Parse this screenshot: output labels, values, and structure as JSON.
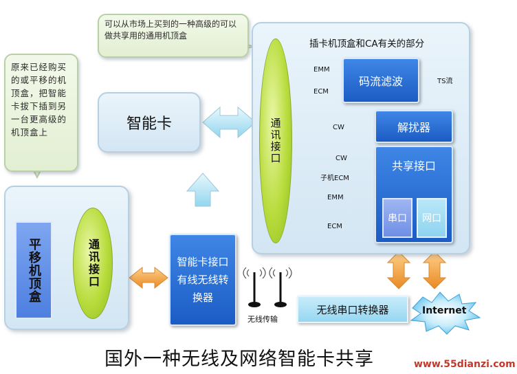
{
  "notes": {
    "top": "可以从市场上买到的一种高级的可以做共享用的通用机顶盒",
    "left": "原来已经购买的或平移的机顶盒，把智能卡拔下插到另一台更高级的机顶盒上"
  },
  "smart_card": "智能卡",
  "right_panel": {
    "title": "插卡机顶盒和CA有关的部分",
    "comm_interface": "通讯接口",
    "filter": "码流滤波",
    "ts": "TS流",
    "emm": "EMM",
    "ecm": "ECM",
    "descrambler": "解扰器",
    "cw1": "CW",
    "cw2": "CW",
    "sub_ecm": "子机ECM",
    "emm2": "EMM",
    "ecm2": "ECM",
    "shared": "共享接口",
    "serial": "串口",
    "network": "网口"
  },
  "left_panel": {
    "stb": "平移机顶盒",
    "comm_interface": "通讯接口"
  },
  "converter": "智能卡接口有线无线转换器",
  "wireless_label": "无线传输",
  "wireless_serial": "无线串口转换器",
  "internet": "Internet",
  "caption": "国外一种无线及网络智能卡共享",
  "watermark": "www.55dianzi.com",
  "colors": {
    "orange_arrow": "#f3a24a",
    "cyan_arrow": "#a8e2f2",
    "blue_box": "#2a6fd8",
    "ellipse": "#b8dc3c"
  }
}
